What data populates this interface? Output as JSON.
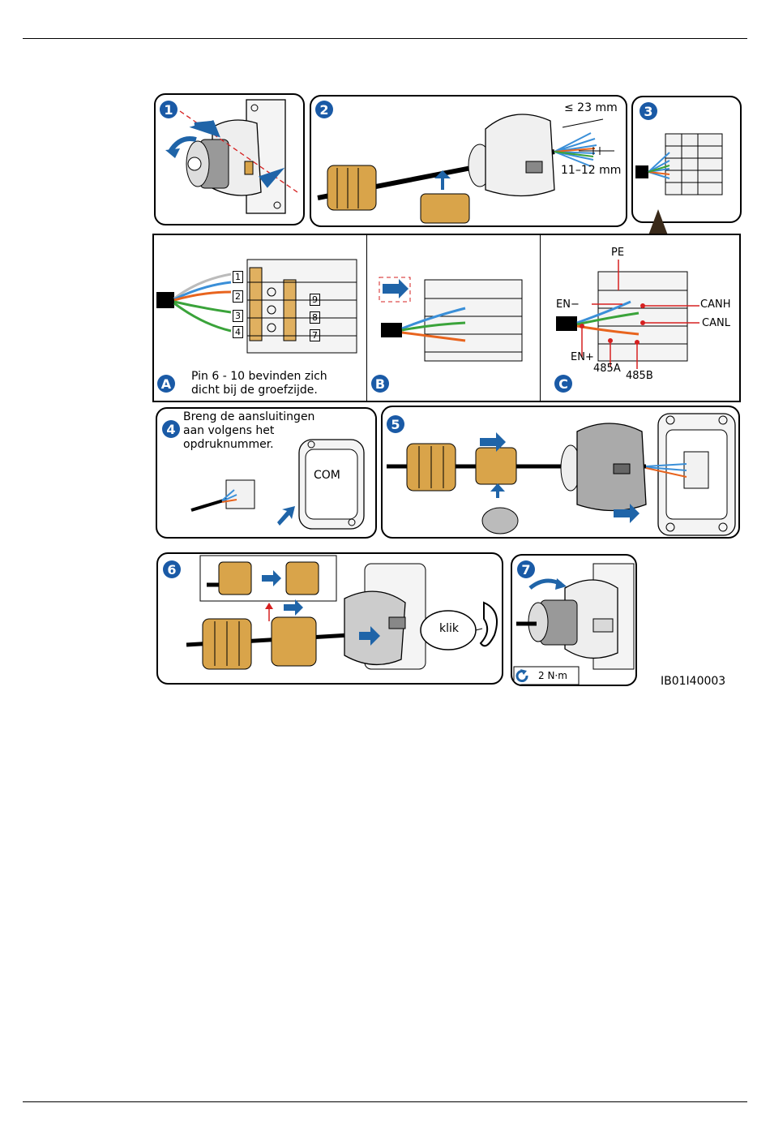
{
  "steps": {
    "s1": "1",
    "s2": "2",
    "s3": "3",
    "s4": "4",
    "s5": "5",
    "s6": "6",
    "s7": "7",
    "sa": "A",
    "sb": "B",
    "sc": "C"
  },
  "step2": {
    "strip_length": "≤ 23 mm",
    "wire_strip": "11–12 mm"
  },
  "stepA": {
    "pins_left": [
      "1",
      "2",
      "3",
      "4"
    ],
    "pins_right": [
      "9",
      "8",
      "7"
    ],
    "note_line1": "Pin 6 - 10 bevinden zich",
    "note_line2": "dicht bij de groefzijde."
  },
  "stepC": {
    "pe": "PE",
    "en_minus": "EN−",
    "en_plus": "EN+",
    "r485a": "485A",
    "r485b": "485B",
    "canh": "CANH",
    "canl": "CANL"
  },
  "step4": {
    "note_line1": "Breng de aansluitingen",
    "note_line2": "aan volgens het",
    "note_line3": "opdruknummer.",
    "port": "COM"
  },
  "step6": {
    "sound": "klik"
  },
  "step7": {
    "torque": "2 N·m"
  },
  "doc_id": "IB01I40003",
  "colors": {
    "badge": "#1a5aa6",
    "arrow": "#1f64a8",
    "brass": "#d9a44a",
    "wire_orange": "#e8641e",
    "wire_green": "#3aa33a",
    "wire_blue": "#3a8fd8",
    "red": "#d62020"
  }
}
